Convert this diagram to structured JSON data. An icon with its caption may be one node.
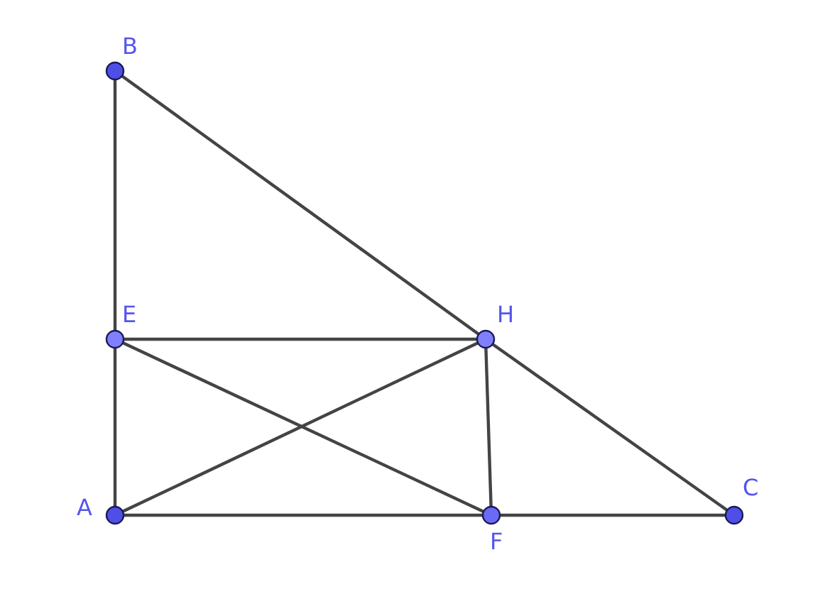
{
  "diagram": {
    "nodes": [
      {
        "text": [
          "B"
        ]
      },
      {
        "text": [
          "E"
        ]
      },
      {
        "text": [
          "H"
        ]
      },
      {
        "text": [
          "A"
        ]
      },
      {
        "text": [
          "F"
        ]
      },
      {
        "text": [
          "C"
        ]
      }
    ],
    "edges": [
      {
        "from": 0,
        "to": 1,
        "arrow": "none"
      },
      {
        "from": 1,
        "to": 3,
        "arrow": "none"
      },
      {
        "from": 0,
        "to": 2,
        "arrow": "none"
      },
      {
        "from": 2,
        "to": 5,
        "arrow": "none"
      },
      {
        "from": 1,
        "to": 2,
        "arrow": "none"
      },
      {
        "from": 1,
        "to": 4,
        "arrow": "none"
      },
      {
        "from": 3,
        "to": 2,
        "arrow": "none"
      },
      {
        "from": 2,
        "to": 4,
        "arrow": "none"
      },
      {
        "from": 3,
        "to": 4,
        "arrow": "none"
      },
      {
        "from": 4,
        "to": 5,
        "arrow": "none"
      }
    ]
  }
}
